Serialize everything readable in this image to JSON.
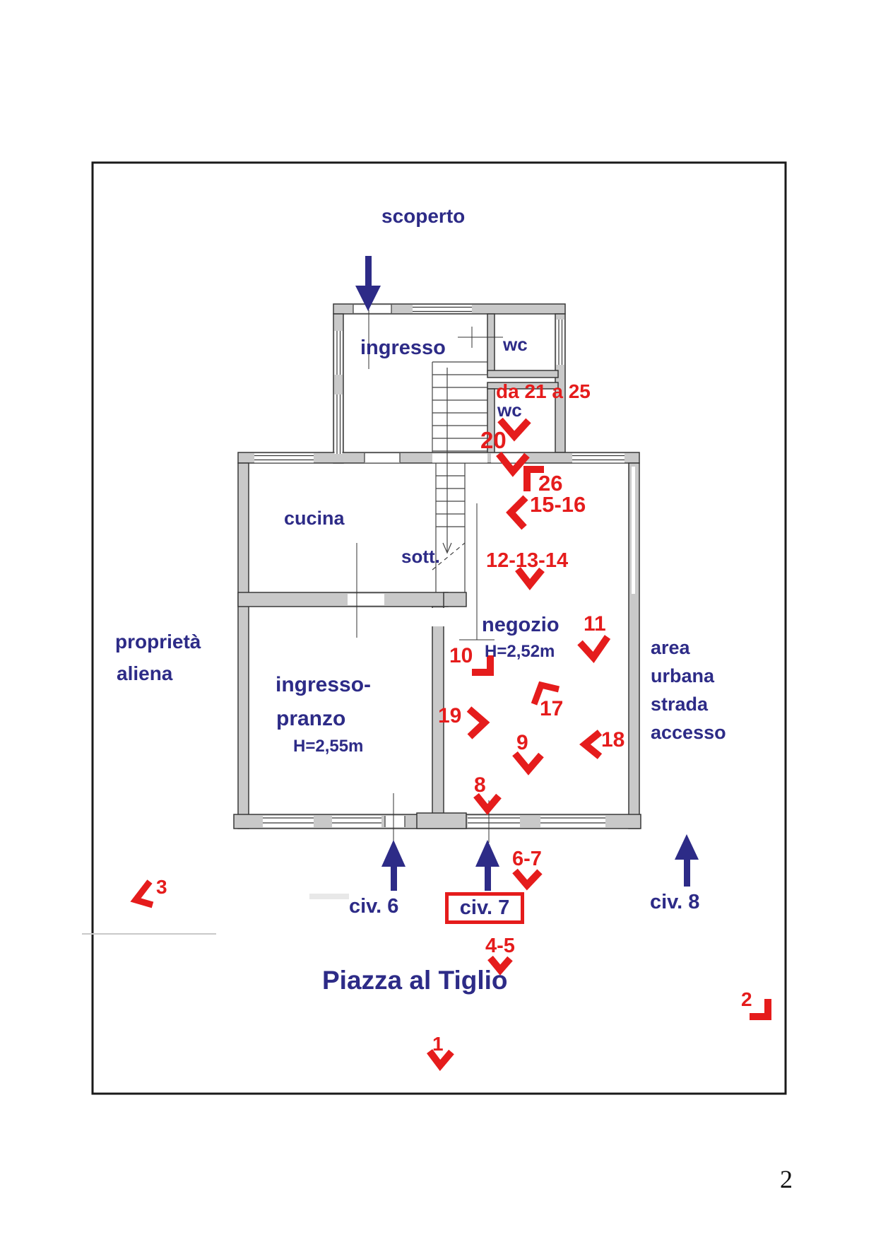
{
  "page": {
    "number": "2"
  },
  "colors": {
    "red": "#e51c1c",
    "navy": "#2d2b87",
    "wall_gray": "#c9c9c9"
  },
  "plan": {
    "outside": {
      "scoperto": "scoperto",
      "proprieta_line1": "proprietà",
      "proprieta_line2": "aliena",
      "area_line1": "area",
      "area_line2": "urbana",
      "area_line3": "strada",
      "area_line4": "accesso",
      "piazza": "Piazza al Tiglio"
    },
    "rooms": {
      "ingresso": "ingresso",
      "wc_upper": "wc",
      "wc_lower": "wc",
      "cucina": "cucina",
      "sottoscala": "sott.",
      "negozio": "negozio",
      "negozio_height": "H=2,52m",
      "pranzo_line1": "ingresso-",
      "pranzo_line2": "pranzo",
      "pranzo_height": "H=2,55m"
    },
    "civici": {
      "civ6": "civ. 6",
      "civ7": "civ. 7",
      "civ8": "civ. 8"
    },
    "markers": {
      "m1": "1",
      "m2": "2",
      "m3": "3",
      "m4_5": "4-5",
      "m6_7": "6-7",
      "m8": "8",
      "m9": "9",
      "m10": "10",
      "m11": "11",
      "m12_13_14": "12-13-14",
      "m15_16": "15-16",
      "m17": "17",
      "m18": "18",
      "m19": "19",
      "m20": "20",
      "m21_25": "da 21 a 25",
      "m26": "26"
    }
  }
}
